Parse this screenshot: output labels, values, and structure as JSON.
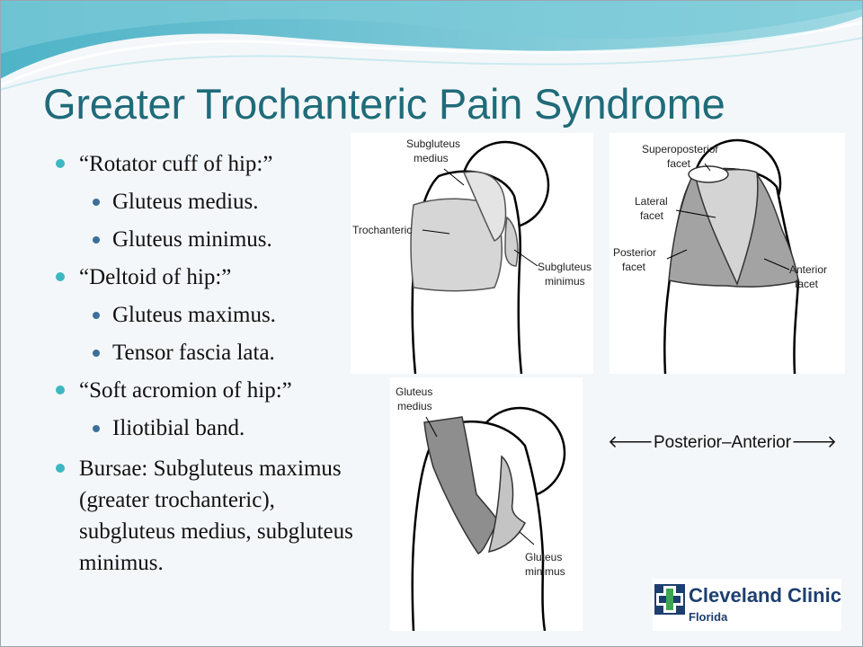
{
  "slide": {
    "title": "Greater Trochanteric Pain Syndrome",
    "bullets": {
      "b1": "“Rotator cuff of hip:”",
      "b1_1": "Gluteus medius.",
      "b1_2": "Gluteus minimus.",
      "b2": "“Deltoid of hip:”",
      "b2_1": "Gluteus maximus.",
      "b2_2": "Tensor fascia lata.",
      "b3": "“Soft acromion of hip:”",
      "b3_1": "Iliotibial band.",
      "b4": "Bursae: Subgluteus maximus (greater trochanteric), subgluteus medius, subgluteus minimus."
    }
  },
  "figures": {
    "bursae": {
      "subgluteus_medius": [
        "Subgluteus",
        "medius"
      ],
      "trochanteric": "Trochanteric",
      "subgluteus_minimus": [
        "Subgluteus",
        "minimus"
      ]
    },
    "facets": {
      "superoposterior": [
        "Superoposterior",
        "facet"
      ],
      "lateral": [
        "Lateral",
        "facet"
      ],
      "posterior": [
        "Posterior",
        "facet"
      ],
      "anterior": [
        "Anterior",
        "facet"
      ]
    },
    "tendons": {
      "gluteus_medius": [
        "Gluteus",
        "medius"
      ],
      "gluteus_minimus": [
        "Gluteus",
        "minimus"
      ]
    }
  },
  "orientation_caption": "🡐Posterior–Anterior🡒",
  "logo": {
    "name": "Cleveland Clinic",
    "location": "Florida"
  },
  "colors": {
    "title": "#1f6b7a",
    "bullet_level1": "#3fb7c2",
    "bullet_level2": "#3c6f9a",
    "logo_blue": "#1d3f70",
    "logo_green": "#3aa853",
    "facet_dark": "#a3a3a3",
    "facet_light": "#d4d4d4"
  }
}
